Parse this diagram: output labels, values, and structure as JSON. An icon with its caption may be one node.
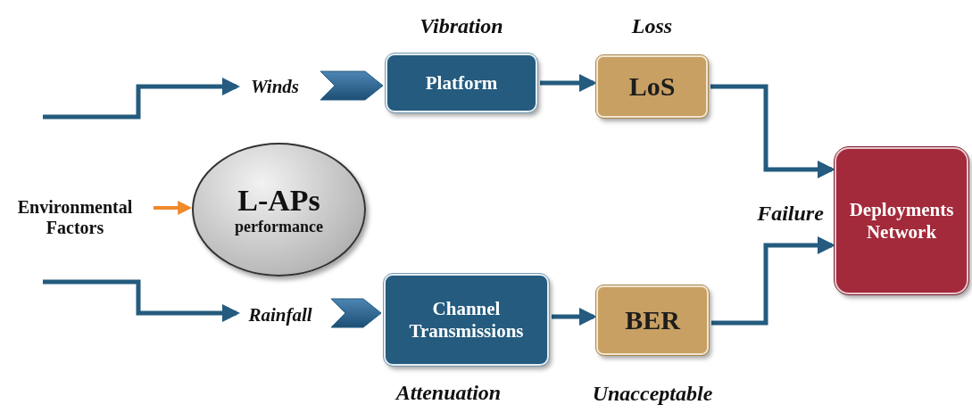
{
  "diagram": {
    "nodes": [
      {
        "text": [
          "Environmental Factors"
        ]
      },
      {
        "text": [
          "L-APs",
          "performance"
        ]
      },
      {
        "text": [
          "Winds"
        ]
      },
      {
        "text": [
          "Platform"
        ],
        "beside": [
          "Vibration"
        ]
      },
      {
        "text": [
          "LoS"
        ],
        "beside": [
          "Loss"
        ]
      },
      {
        "text": [
          "Rainfall"
        ]
      },
      {
        "text": [
          "Channel Transmissions"
        ],
        "beside": [
          "Attenuation"
        ]
      },
      {
        "text": [
          "BER"
        ],
        "beside": [
          "Unacceptable"
        ]
      },
      {
        "text": [
          "Deployments Network"
        ]
      }
    ],
    "edges": [
      {
        "from": 0,
        "to": 1,
        "arrow": "to",
        "color": "#f0892a"
      },
      {
        "from": null,
        "to": 2,
        "arrow": "to"
      },
      {
        "from": 2,
        "to": 3,
        "arrow": "to",
        "style": "thick"
      },
      {
        "from": 3,
        "to": 4,
        "arrow": "to"
      },
      {
        "from": 4,
        "to": 8,
        "arrow": "to"
      },
      {
        "from": null,
        "to": 5,
        "arrow": "to"
      },
      {
        "from": 5,
        "to": 6,
        "arrow": "to",
        "style": "thick"
      },
      {
        "from": 6,
        "to": 7,
        "arrow": "to"
      },
      {
        "from": 7,
        "to": 8,
        "arrow": "to"
      }
    ],
    "labels": [
      "Failure"
    ]
  }
}
